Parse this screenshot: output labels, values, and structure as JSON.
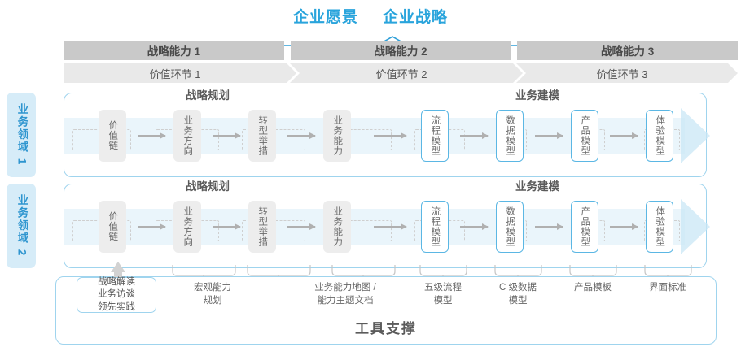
{
  "vision": {
    "enterprise_vision": "企业愿景",
    "enterprise_strategy": "企业战略",
    "accent_color": "#29A4DC"
  },
  "header": {
    "capabilities": [
      {
        "label": "战略能力 1"
      },
      {
        "label": "战略能力 2"
      },
      {
        "label": "战略能力 3"
      }
    ],
    "value_chain": [
      {
        "label": "价值环节 1"
      },
      {
        "label": "价值环节 2"
      },
      {
        "label": "价值环节 3"
      }
    ],
    "capability_bar_color": "#c9c9c9",
    "value_chain_bar_color": "#e9e9e9"
  },
  "side_tabs": [
    {
      "label": "业务领域 1"
    },
    {
      "label": "业务领域 2"
    }
  ],
  "sections": {
    "strategy_planning": "战略规划",
    "business_modeling": "业务建模"
  },
  "rows": [
    {
      "name": "业务领域 1",
      "nodes": [
        {
          "label": "价值链",
          "style": "gray"
        },
        {
          "label": "业务方向",
          "style": "gray"
        },
        {
          "label": "转型举措",
          "style": "gray"
        },
        {
          "label": "业务能力",
          "style": "gray"
        },
        {
          "label": "流程模型",
          "style": "blue"
        },
        {
          "label": "数据模型",
          "style": "blue"
        },
        {
          "label": "产品模型",
          "style": "blue"
        },
        {
          "label": "体验模型",
          "style": "blue"
        }
      ]
    },
    {
      "name": "业务领域 2",
      "nodes": [
        {
          "label": "价值链",
          "style": "gray"
        },
        {
          "label": "业务方向",
          "style": "gray"
        },
        {
          "label": "转型举措",
          "style": "gray"
        },
        {
          "label": "业务能力",
          "style": "gray"
        },
        {
          "label": "流程模型",
          "style": "blue"
        },
        {
          "label": "数据模型",
          "style": "blue"
        },
        {
          "label": "产品模型",
          "style": "blue"
        },
        {
          "label": "体验模型",
          "style": "blue"
        }
      ]
    }
  ],
  "tools": {
    "title": "工具支撑",
    "primary_box": {
      "line1": "战略解读",
      "line2": "业务访谈",
      "line3": "领先实践"
    },
    "labels": [
      {
        "line1": "宏观能力",
        "line2": "规划"
      },
      {
        "line1": "业务能力地图 /",
        "line2": "能力主题文档"
      },
      {
        "line1": "五级流程",
        "line2": "模型"
      },
      {
        "line1": "C 级数据",
        "line2": "模型"
      },
      {
        "line1": "产品模板",
        "line2": ""
      },
      {
        "line1": "界面标准",
        "line2": ""
      }
    ]
  }
}
